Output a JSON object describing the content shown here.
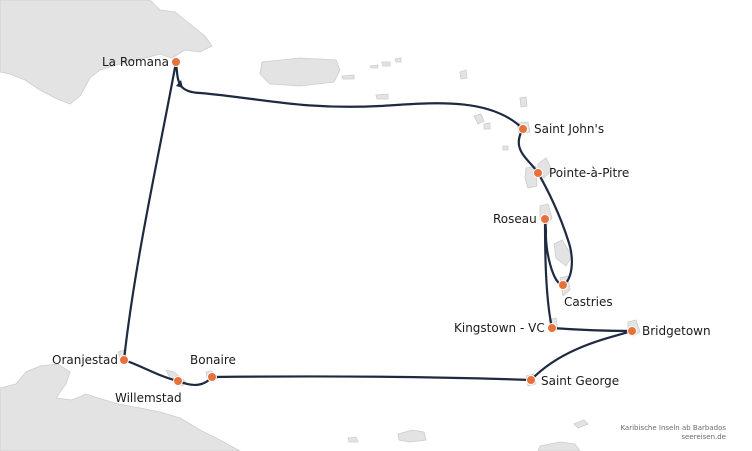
{
  "map": {
    "ports": [
      {
        "id": "la-romana",
        "name": "La Romana"
      },
      {
        "id": "saint-johns",
        "name": "Saint John's"
      },
      {
        "id": "pointe-a-pitre",
        "name": "Pointe-à-Pitre"
      },
      {
        "id": "roseau",
        "name": "Roseau"
      },
      {
        "id": "castries",
        "name": "Castries"
      },
      {
        "id": "kingstown",
        "name": "Kingstown - VC"
      },
      {
        "id": "bridgetown",
        "name": "Bridgetown"
      },
      {
        "id": "saint-george",
        "name": "Saint George"
      },
      {
        "id": "bonaire",
        "name": "Bonaire"
      },
      {
        "id": "willemstad",
        "name": "Willemstad"
      },
      {
        "id": "oranjestad",
        "name": "Oranjestad"
      }
    ],
    "colors": {
      "land": "#e3e3e3",
      "route": "#1e2a40",
      "port": "#e8703a"
    }
  },
  "credit": {
    "line1": "Karibische Inseln ab Barbados",
    "line2": "seereisen.de"
  }
}
